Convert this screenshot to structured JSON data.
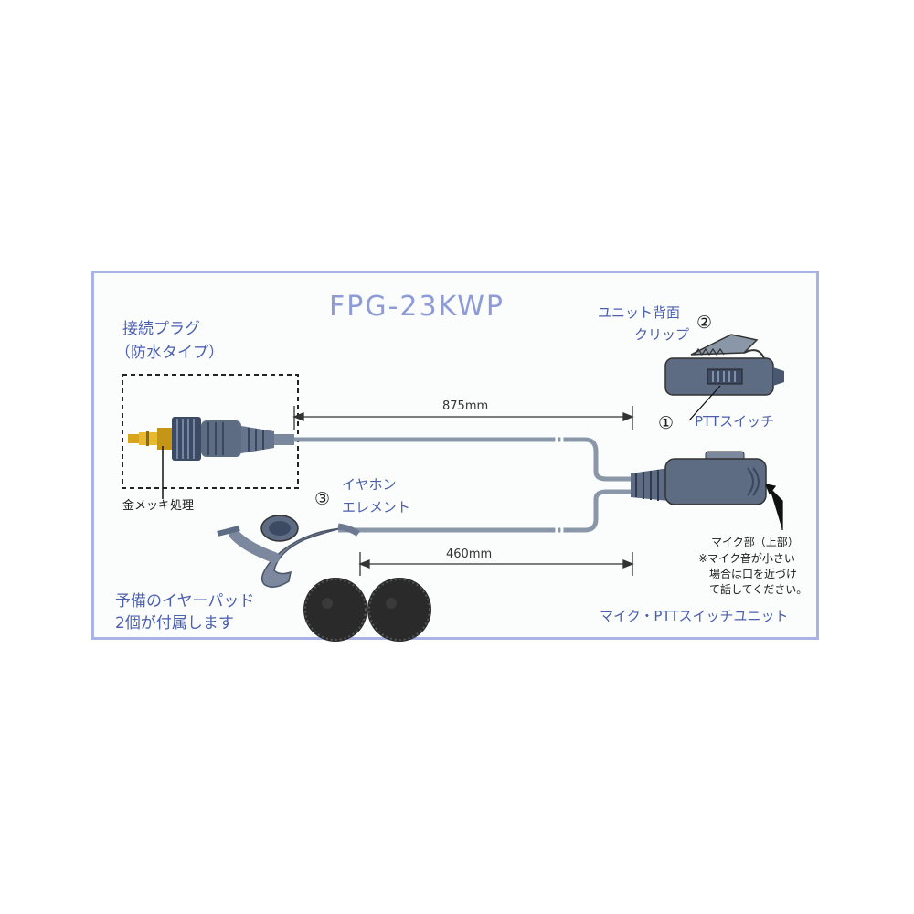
{
  "title": "FPG-23KWP",
  "labels": {
    "plug_name": "接続プラグ",
    "plug_sub": "（防水タイプ）",
    "gold_plating": "金メッキ処理",
    "clip_line1": "ユニット背面",
    "clip_line2": "クリップ",
    "clip_num": "②",
    "ptt_num": "①",
    "ptt_switch": "PTTスイッチ",
    "earphone_num": "③",
    "earphone_line1": "イヤホン",
    "earphone_line2": "エレメント",
    "dim_cable": "875mm",
    "dim_earphone": "460mm",
    "mic_title": "マイク部（上部）",
    "mic_note1": "※マイク音が小さい",
    "mic_note2": "場合は口を近づけ",
    "mic_note3": "て話してください。",
    "earpad_line1": "予備のイヤーパッド",
    "earpad_line2": "2個が付属します",
    "unit_name": "マイク・PTTスイッチユニット"
  },
  "colors": {
    "frame": "#a9b4e6",
    "text_blue": "#4c5fae",
    "title": "#8f9bd7",
    "cable": "#8a97a8",
    "unit": "#5d6b83",
    "gold": "#d9a51c",
    "pad": "#2a2a2a"
  }
}
